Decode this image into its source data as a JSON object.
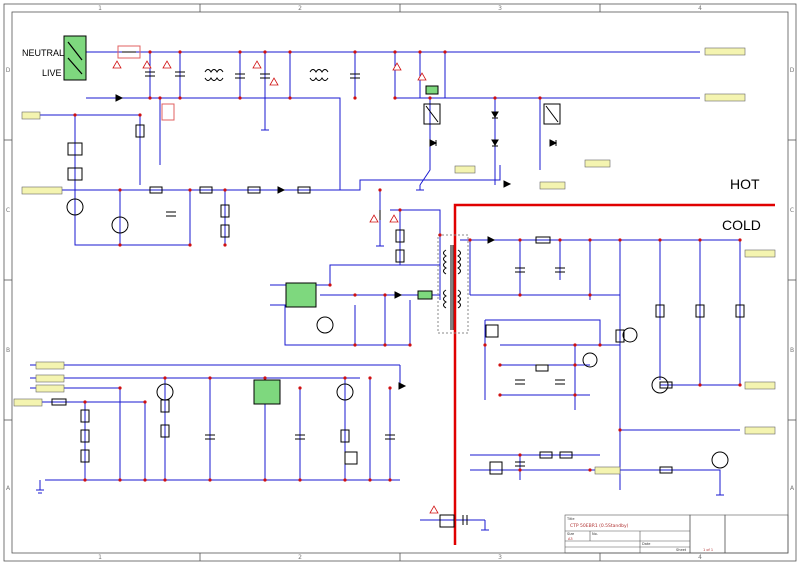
{
  "frame": {
    "col_markers": [
      "1",
      "2",
      "3",
      "4"
    ],
    "row_markers": [
      "D",
      "C",
      "B",
      "A"
    ]
  },
  "labels": {
    "neutral": "NEUTRAL",
    "live": "LIVE",
    "hot": "HOT",
    "cold": "COLD"
  },
  "title_block": {
    "title_label": "Title",
    "title_value": "CTP 50EBR1 (0.5Standby)",
    "size_label": "Size",
    "size_value": "A3",
    "number_label": "No.",
    "date_label": "Date",
    "sheet_label": "Sheet",
    "sheet_value": "1 of 1"
  },
  "colors": {
    "wire": "#1a1ad0",
    "node": "#d01010",
    "hot_cold_divider": "#e00000",
    "component": "#000000",
    "highlight_fill": "#7ed87e",
    "frame": "#555555"
  }
}
